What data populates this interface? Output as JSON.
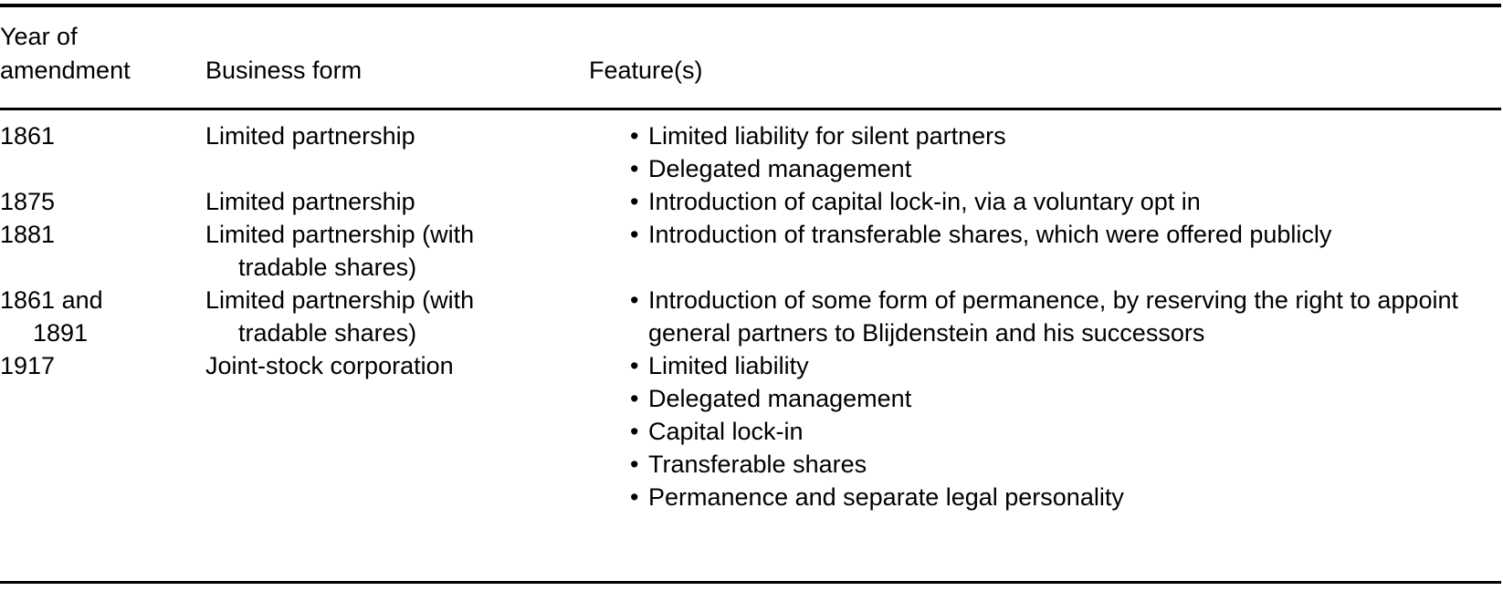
{
  "table": {
    "columns": [
      {
        "id": "year",
        "header_lines": [
          "Year of",
          "amendment"
        ]
      },
      {
        "id": "form",
        "header_lines": [
          "Business form"
        ]
      },
      {
        "id": "feature",
        "header_lines": [
          "Feature(s)"
        ]
      }
    ],
    "bullet_glyph": "•",
    "rows": [
      {
        "year_lines": [
          "1861"
        ],
        "form_lines": [
          "Limited partnership"
        ],
        "features": [
          "Limited liability for silent partners",
          "Delegated management"
        ]
      },
      {
        "year_lines": [
          "1875"
        ],
        "form_lines": [
          "Limited partnership"
        ],
        "features": [
          "Introduction of capital lock-in, via a voluntary opt in"
        ]
      },
      {
        "year_lines": [
          "1881"
        ],
        "form_lines": [
          "Limited partnership (with",
          "tradable shares)"
        ],
        "features": [
          "Introduction of transferable shares, which were offered publicly"
        ]
      },
      {
        "year_lines": [
          "1861 and",
          "1891"
        ],
        "form_lines": [
          "Limited partnership (with",
          "tradable shares)"
        ],
        "features": [
          "Introduction of some form of permanence, by reserving the right to appoint general partners to Blijdenstein and his successors"
        ]
      },
      {
        "year_lines": [
          "1917"
        ],
        "form_lines": [
          "Joint-stock corporation"
        ],
        "features": [
          "Limited liability",
          "Delegated management",
          "Capital lock-in",
          "Transferable shares",
          "Permanence and separate legal personality"
        ]
      }
    ]
  },
  "style": {
    "text_color": "#000000",
    "background_color": "#ffffff",
    "rule_color": "#000000"
  }
}
